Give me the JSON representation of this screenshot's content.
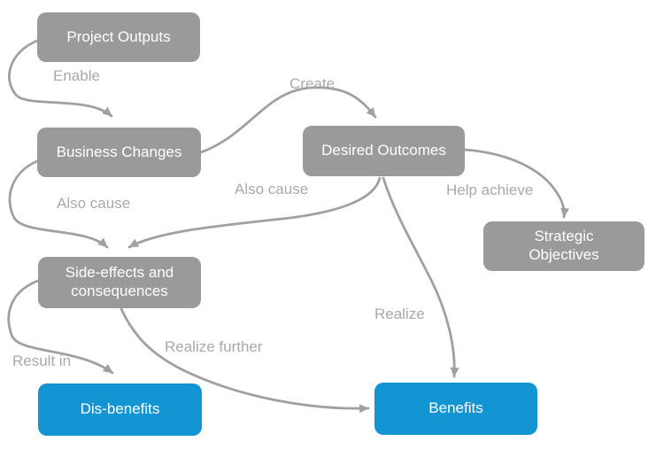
{
  "diagram": {
    "colors": {
      "node_gray": "#9a9a9a",
      "node_blue": "#1495d3",
      "node_text": "#ffffff",
      "edge": "#a0a0a0",
      "label": "#a9a9a9",
      "background": "#ffffff"
    },
    "nodes": {
      "project_outputs": {
        "label": "Project Outputs"
      },
      "business_changes": {
        "label": "Business Changes"
      },
      "desired_outcomes": {
        "label": "Desired Outcomes"
      },
      "strategic_objectives": {
        "label": "Strategic Objectives"
      },
      "side_effects": {
        "label": "Side-effects and consequences"
      },
      "dis_benefits": {
        "label": "Dis-benefits"
      },
      "benefits": {
        "label": "Benefits"
      }
    },
    "edge_labels": {
      "enable": "Enable",
      "create": "Create",
      "also_cause_left": "Also cause",
      "also_cause_right": "Also cause",
      "help_achieve": "Help achieve",
      "realize": "Realize",
      "realize_further": "Realize further",
      "result_in": "Result in"
    }
  }
}
